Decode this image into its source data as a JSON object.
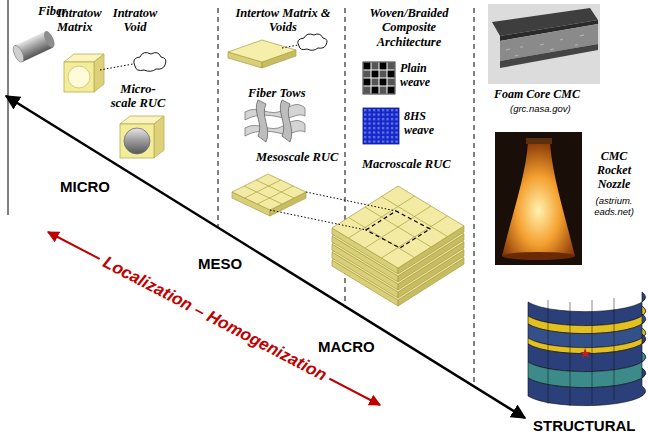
{
  "diagram": {
    "labels": [
      "Fiber",
      "Intratow Matrix",
      "Intratow Void",
      "Micro-scale RUC",
      "Intertow Matrix & Voids",
      "Fiber Tows",
      "Mesoscale RUC",
      "Woven/Braided Composite Architecture",
      "Plain weave",
      "8HS weave",
      "Macroscale RUC",
      "Foam Core CMC",
      "(grc.nasa.gov)",
      "CMC Rocket Nozzle",
      "(astrium. eads.net)",
      "MICRO",
      "MESO",
      "MACRO",
      "STRUCTURAL",
      "Localization – Homogenization"
    ]
  }
}
